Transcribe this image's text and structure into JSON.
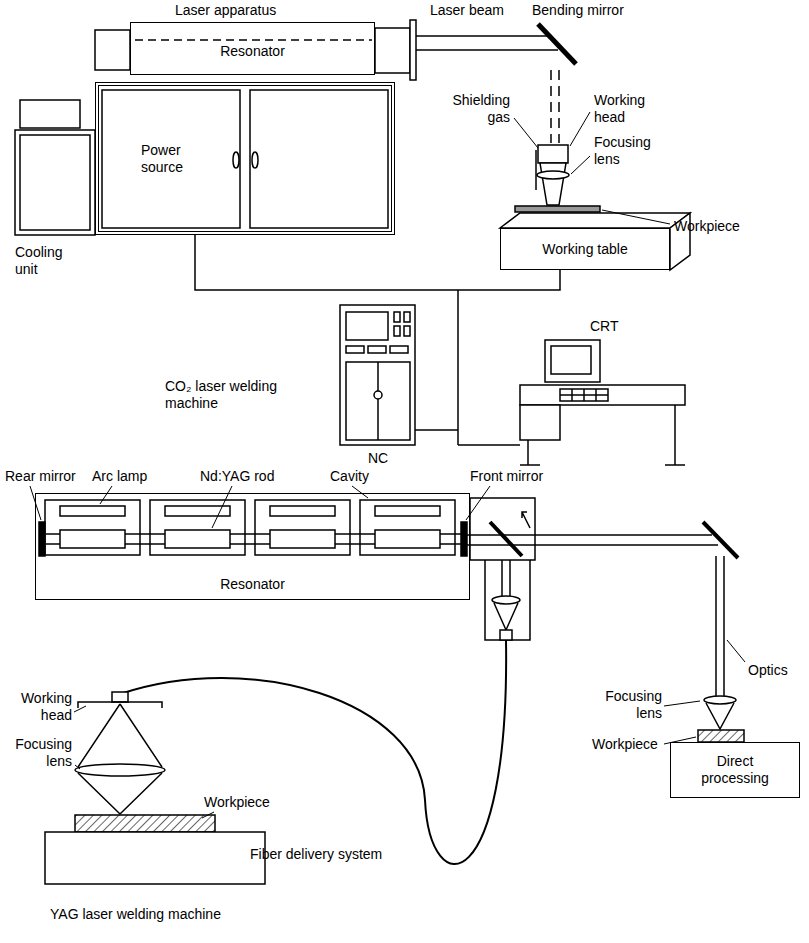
{
  "diagram": {
    "nodes": [
      {
        "text": [
          "Resonator"
        ]
      },
      {
        "text": [
          "Power source"
        ]
      },
      {
        "text": [
          "Working table"
        ]
      },
      {
        "text": [
          "Resonator"
        ]
      },
      {
        "text": [
          "Direct processing"
        ]
      }
    ],
    "edges": [
      {
        "from": 1,
        "to": 2,
        "arrow": "none"
      }
    ],
    "labels": [
      "Laser apparatus",
      "Laser beam",
      "Bending mirror",
      "Shielding gas",
      "Working head",
      "Focusing lens",
      "Workpiece",
      "Cooling unit",
      "CRT",
      "CO₂ laser welding machine",
      "NC",
      "Rear mirror",
      "Arc lamp",
      "Nd:YAG rod",
      "Cavity",
      "Front mirror",
      "Optics",
      "Focusing lens",
      "Workpiece",
      "Working head",
      "Focusing lens",
      "Workpiece",
      "Fiber delivery system",
      "YAG laser welding machine"
    ]
  }
}
